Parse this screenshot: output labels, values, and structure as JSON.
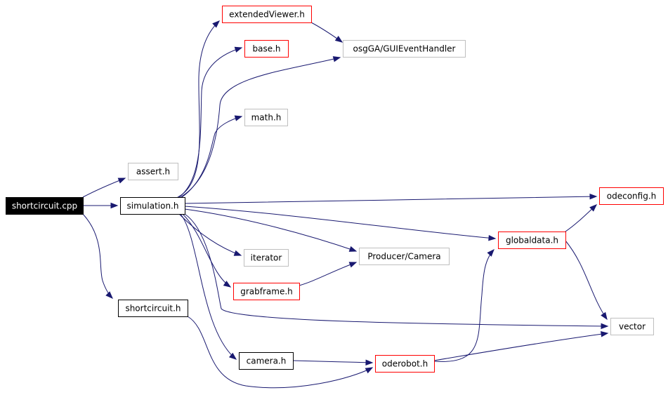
{
  "diagram": {
    "type": "include-dependency-graph",
    "colors": {
      "edge": "#191970",
      "root_fill": "#000000",
      "root_text": "#ffffff",
      "documented_border": "#000000",
      "incomplete_border": "#ff0000",
      "external_border": "#bfbfbf",
      "text": "#000000"
    },
    "nodes": [
      {
        "id": "shortcircuit_cpp",
        "label": "shortcircuit.cpp",
        "kind": "root"
      },
      {
        "id": "assert_h",
        "label": "assert.h",
        "kind": "external"
      },
      {
        "id": "simulation_h",
        "label": "simulation.h",
        "kind": "documented"
      },
      {
        "id": "shortcircuit_h",
        "label": "shortcircuit.h",
        "kind": "documented"
      },
      {
        "id": "extendedViewer_h",
        "label": "extendedViewer.h",
        "kind": "incomplete"
      },
      {
        "id": "base_h",
        "label": "base.h",
        "kind": "incomplete"
      },
      {
        "id": "osgGA_GUIEventHandler",
        "label": "osgGA/GUIEventHandler",
        "kind": "external"
      },
      {
        "id": "math_h",
        "label": "math.h",
        "kind": "external"
      },
      {
        "id": "odeconfig_h",
        "label": "odeconfig.h",
        "kind": "incomplete"
      },
      {
        "id": "globaldata_h",
        "label": "globaldata.h",
        "kind": "incomplete"
      },
      {
        "id": "iterator",
        "label": "iterator",
        "kind": "external"
      },
      {
        "id": "producer_camera",
        "label": "Producer/Camera",
        "kind": "external"
      },
      {
        "id": "grabframe_h",
        "label": "grabframe.h",
        "kind": "incomplete"
      },
      {
        "id": "vector",
        "label": "vector",
        "kind": "external"
      },
      {
        "id": "camera_h",
        "label": "camera.h",
        "kind": "documented"
      },
      {
        "id": "oderobot_h",
        "label": "oderobot.h",
        "kind": "incomplete"
      }
    ],
    "edges": [
      {
        "from": "shortcircuit_cpp",
        "to": "assert_h"
      },
      {
        "from": "shortcircuit_cpp",
        "to": "simulation_h"
      },
      {
        "from": "shortcircuit_cpp",
        "to": "shortcircuit_h"
      },
      {
        "from": "simulation_h",
        "to": "extendedViewer_h"
      },
      {
        "from": "simulation_h",
        "to": "base_h"
      },
      {
        "from": "simulation_h",
        "to": "osgGA_GUIEventHandler"
      },
      {
        "from": "simulation_h",
        "to": "math_h"
      },
      {
        "from": "simulation_h",
        "to": "odeconfig_h"
      },
      {
        "from": "simulation_h",
        "to": "globaldata_h"
      },
      {
        "from": "simulation_h",
        "to": "producer_camera"
      },
      {
        "from": "simulation_h",
        "to": "iterator"
      },
      {
        "from": "simulation_h",
        "to": "grabframe_h"
      },
      {
        "from": "simulation_h",
        "to": "vector"
      },
      {
        "from": "simulation_h",
        "to": "camera_h"
      },
      {
        "from": "extendedViewer_h",
        "to": "osgGA_GUIEventHandler"
      },
      {
        "from": "grabframe_h",
        "to": "producer_camera"
      },
      {
        "from": "globaldata_h",
        "to": "odeconfig_h"
      },
      {
        "from": "globaldata_h",
        "to": "vector"
      },
      {
        "from": "camera_h",
        "to": "oderobot_h"
      },
      {
        "from": "shortcircuit_h",
        "to": "oderobot_h"
      },
      {
        "from": "oderobot_h",
        "to": "globaldata_h"
      },
      {
        "from": "oderobot_h",
        "to": "vector"
      }
    ]
  }
}
